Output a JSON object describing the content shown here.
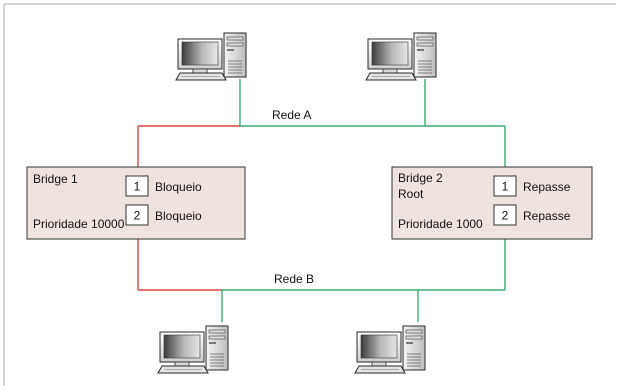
{
  "networks": {
    "a_label": "Rede A",
    "b_label": "Rede B"
  },
  "bridge1": {
    "name": "Bridge 1",
    "priority": "Prioridade 10000",
    "ports": [
      {
        "number": "1",
        "state": "Bloqueio"
      },
      {
        "number": "2",
        "state": "Bloqueio"
      }
    ]
  },
  "bridge2": {
    "name": "Bridge 2",
    "role": "Root",
    "priority": "Prioridade 1000",
    "ports": [
      {
        "number": "1",
        "state": "Repasse"
      },
      {
        "number": "2",
        "state": "Repasse"
      }
    ]
  },
  "computers": {
    "count_top": 2,
    "count_bottom": 2,
    "icon": "desktop-computer-icon"
  },
  "colors": {
    "bridge_fill": "#efe3e0",
    "active_link": "#3aaa6e",
    "blocked_link": "#d4493f",
    "frame": "#a9a9a9",
    "port_fill": "#ffffff"
  }
}
